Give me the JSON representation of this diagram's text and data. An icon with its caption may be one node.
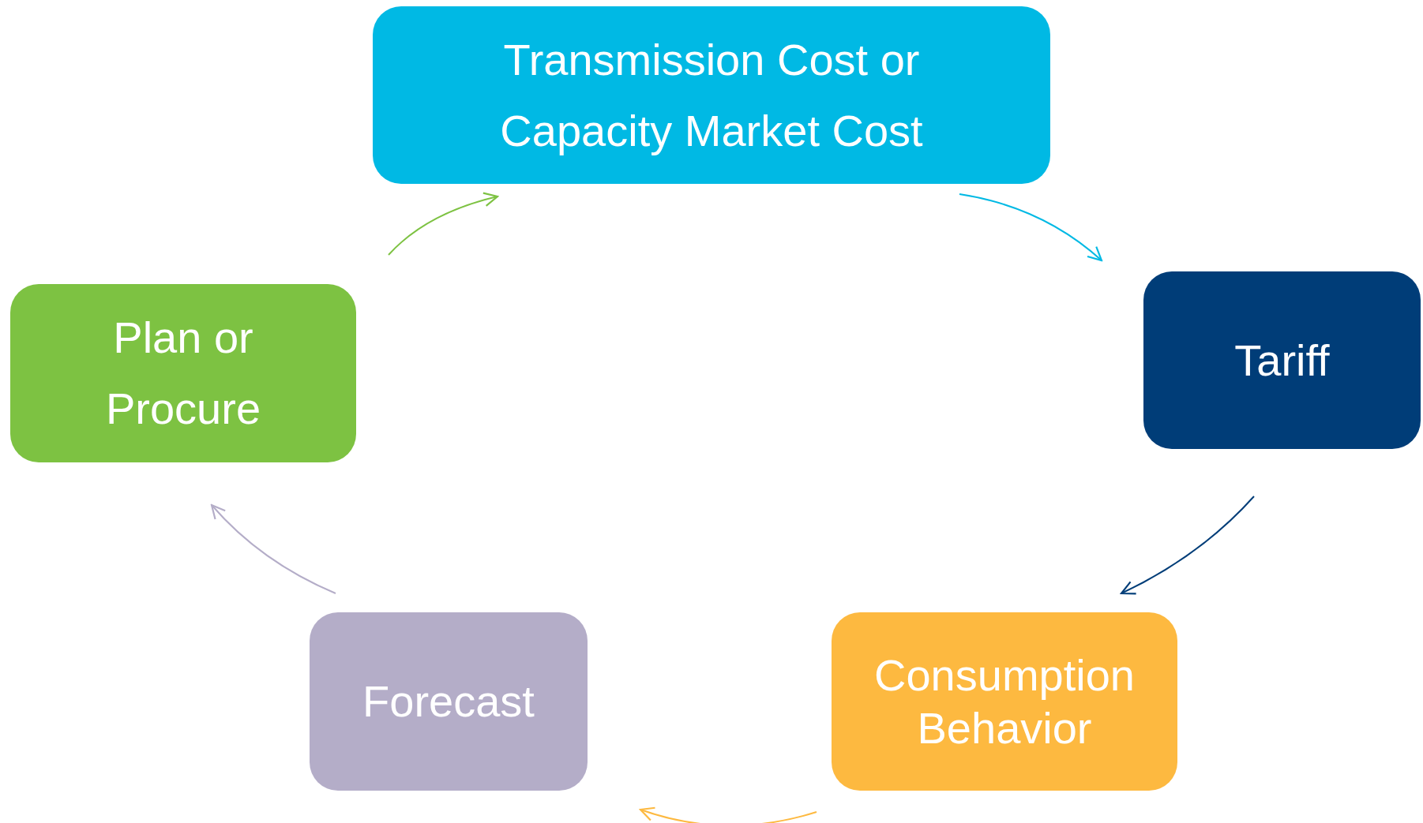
{
  "diagram": {
    "nodes": [
      {
        "text": [
          "Transmission Cost or Capacity Market Cost"
        ]
      },
      {
        "text": [
          "Tariff"
        ]
      },
      {
        "text": [
          "Consumption Behavior"
        ]
      },
      {
        "text": [
          "Forecast"
        ]
      },
      {
        "text": [
          "Plan or Procure"
        ]
      }
    ],
    "edges": [
      {
        "from": 0,
        "to": 1,
        "arrow": "to",
        "color": "#00b9e4"
      },
      {
        "from": 1,
        "to": 2,
        "arrow": "to",
        "color": "#003d78"
      },
      {
        "from": 2,
        "to": 3,
        "arrow": "to",
        "color": "#fdb940"
      },
      {
        "from": 3,
        "to": 4,
        "arrow": "to",
        "color": "#b4adc8"
      },
      {
        "from": 4,
        "to": 0,
        "arrow": "to",
        "color": "#7dc242"
      }
    ]
  }
}
